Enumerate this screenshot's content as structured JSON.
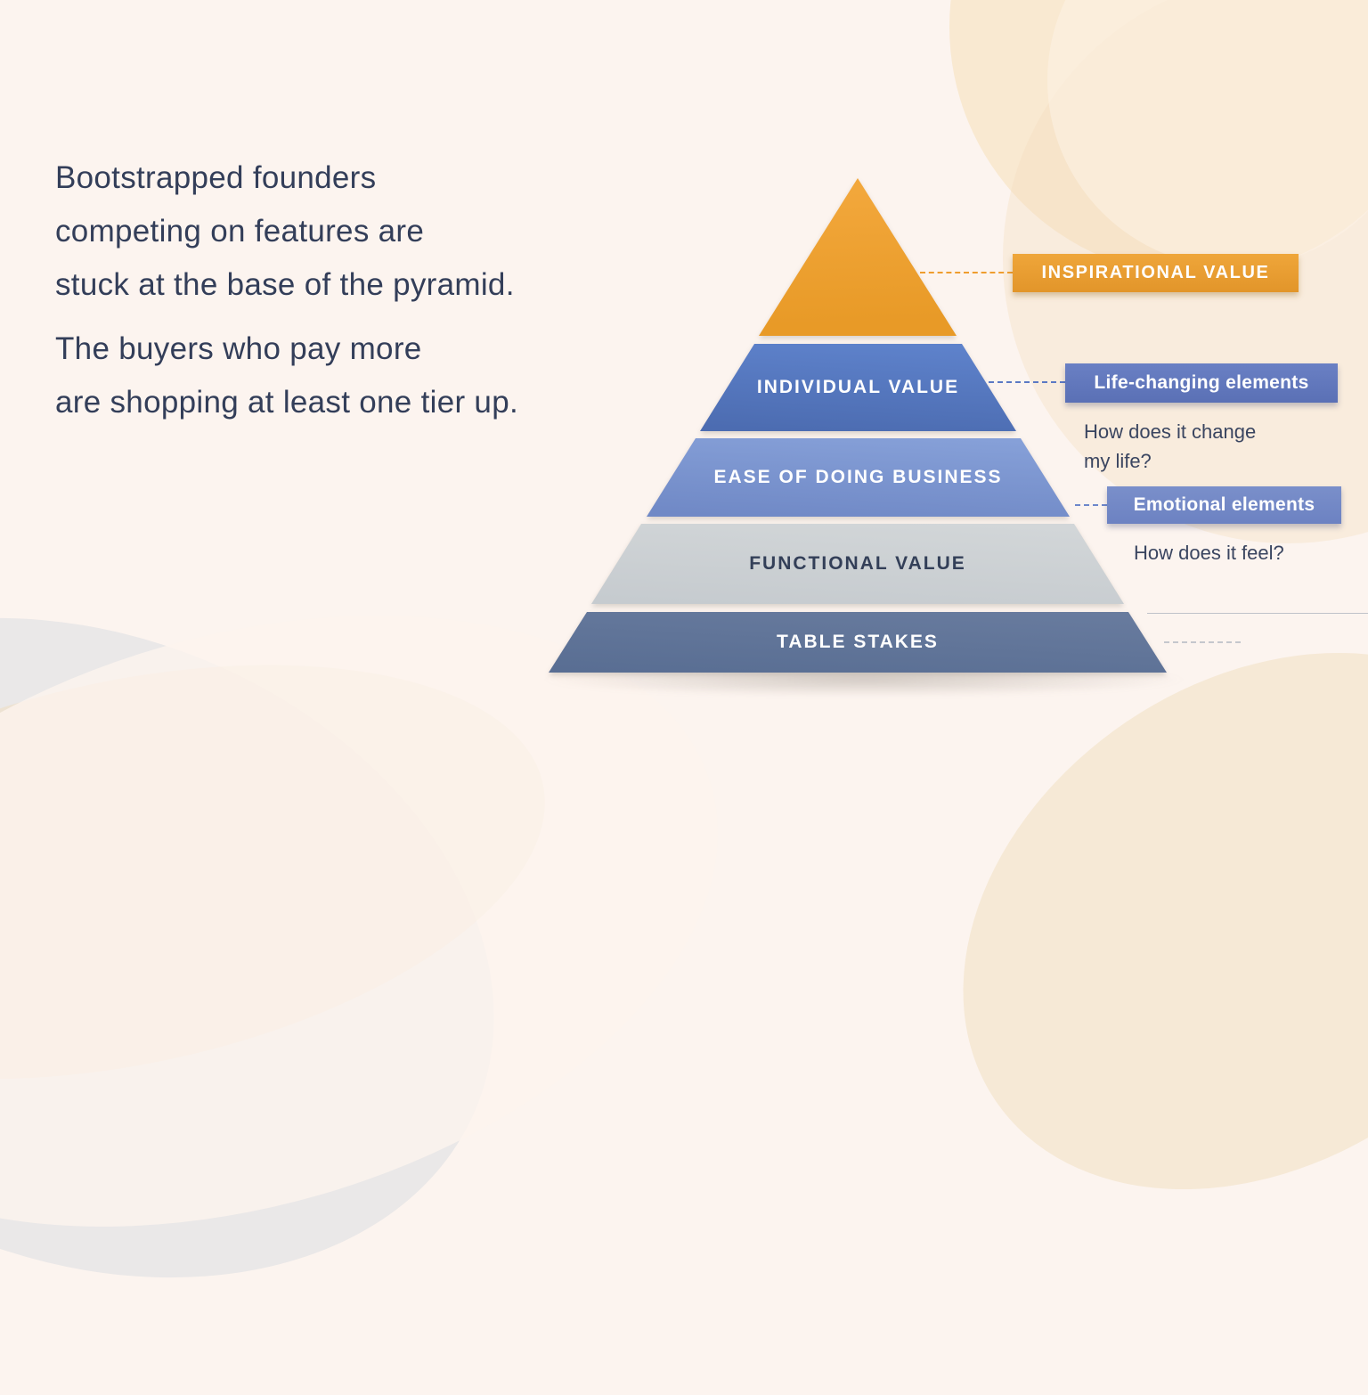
{
  "intro": {
    "p1_line1": "Bootstrapped founders",
    "p1_line2": "competing on features are",
    "p1_line3": "stuck at the base of the pyramid.",
    "p2_line1": "The buyers who pay more",
    "p2_line2": "are shopping at least one tier up."
  },
  "pyramid": {
    "type": "pyramid",
    "tiers": [
      {
        "name": "inspirational-value",
        "label": "",
        "color": "#EFA22F"
      },
      {
        "name": "individual-value",
        "label": "INDIVIDUAL VALUE",
        "color": "#5878C2"
      },
      {
        "name": "ease-of-doing-business",
        "label": "EASE OF DOING BUSINESS",
        "color": "#7C95D0"
      },
      {
        "name": "functional-value",
        "label": "FUNCTIONAL VALUE",
        "color": "#CFD3D6"
      },
      {
        "name": "table-stakes",
        "label": "TABLE STAKES",
        "color": "#62799B"
      }
    ]
  },
  "callouts": {
    "inspirational": {
      "label": "INSPIRATIONAL VALUE",
      "color": "#EDA235"
    },
    "life_changing": {
      "label": "Life-changing elements",
      "color": "#6379BD",
      "question_line1": "How does it change",
      "question_line2": "my life?"
    },
    "emotional": {
      "label": "Emotional elements",
      "color": "#7489C7",
      "question": "How does it feel?"
    }
  },
  "colors": {
    "background": "#FCF4EF",
    "text_navy": "#333E59",
    "accent_orange": "#EFA22F"
  }
}
